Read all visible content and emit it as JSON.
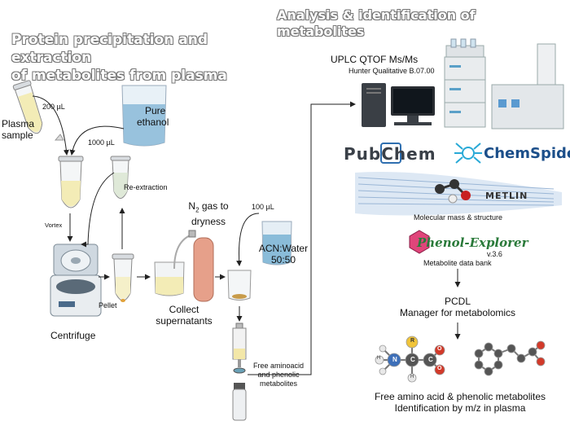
{
  "left": {
    "title_line1": "Protein precipitation and extraction",
    "title_line2": "of metabolites from plasma",
    "plasma_sample_line1": "Plasma",
    "plasma_sample_line2": "sample",
    "vol_200": "200 µL",
    "pure_ethanol_line1": "Pure",
    "pure_ethanol_line2": "ethanol",
    "vol_1000": "1000 µL",
    "re_extraction": "Re-extraction",
    "vortex": "Vortex",
    "centrifuge": "Centrifuge",
    "pellet": "Pellet",
    "collect_line1": "Collect",
    "collect_line2": "supernatants",
    "n2_prefix": "N",
    "n2_sub": "2",
    "n2_suffix": " gas to",
    "n2_line2": "dryness",
    "vol_100": "100 µL",
    "acn_line1": "ACN:Water",
    "acn_line2": "50:50",
    "free_line1": "Free aminoacid",
    "free_line2": "and phenolic",
    "free_line3": "metabolites"
  },
  "right": {
    "title": "Analysis & identification of metabolites",
    "uplc": "UPLC QTOF Ms/Ms",
    "hunter": "Hunter Qualitative B.07.00",
    "pubchem": "PubChem",
    "chemspider": "ChemSpider",
    "metlin": "METLIN",
    "molecular": "Molecular mass & structure",
    "phenol_explorer": "Phenol-Explorer",
    "phenol_version": "v.3.6",
    "metabolite_bank": "Metabolite data bank",
    "pcdl": "PCDL",
    "manager": "Manager for metabolomics",
    "final_line1": "Free amino acid & phenolic metabolites",
    "final_line2": "Identification by m/z in plasma",
    "atoms": {
      "h": "H",
      "n": "N",
      "c": "C",
      "o": "O",
      "r": "R"
    }
  },
  "colors": {
    "plasma": "#f3ecb6",
    "ethanol": "#8fbcd9",
    "acn": "#7fb6d6",
    "cylinder": "#e6a08a",
    "phenol_hex": "#e0457a",
    "chemspider_blue": "#1c4f8a",
    "chemspider_icon": "#28a9d6"
  }
}
